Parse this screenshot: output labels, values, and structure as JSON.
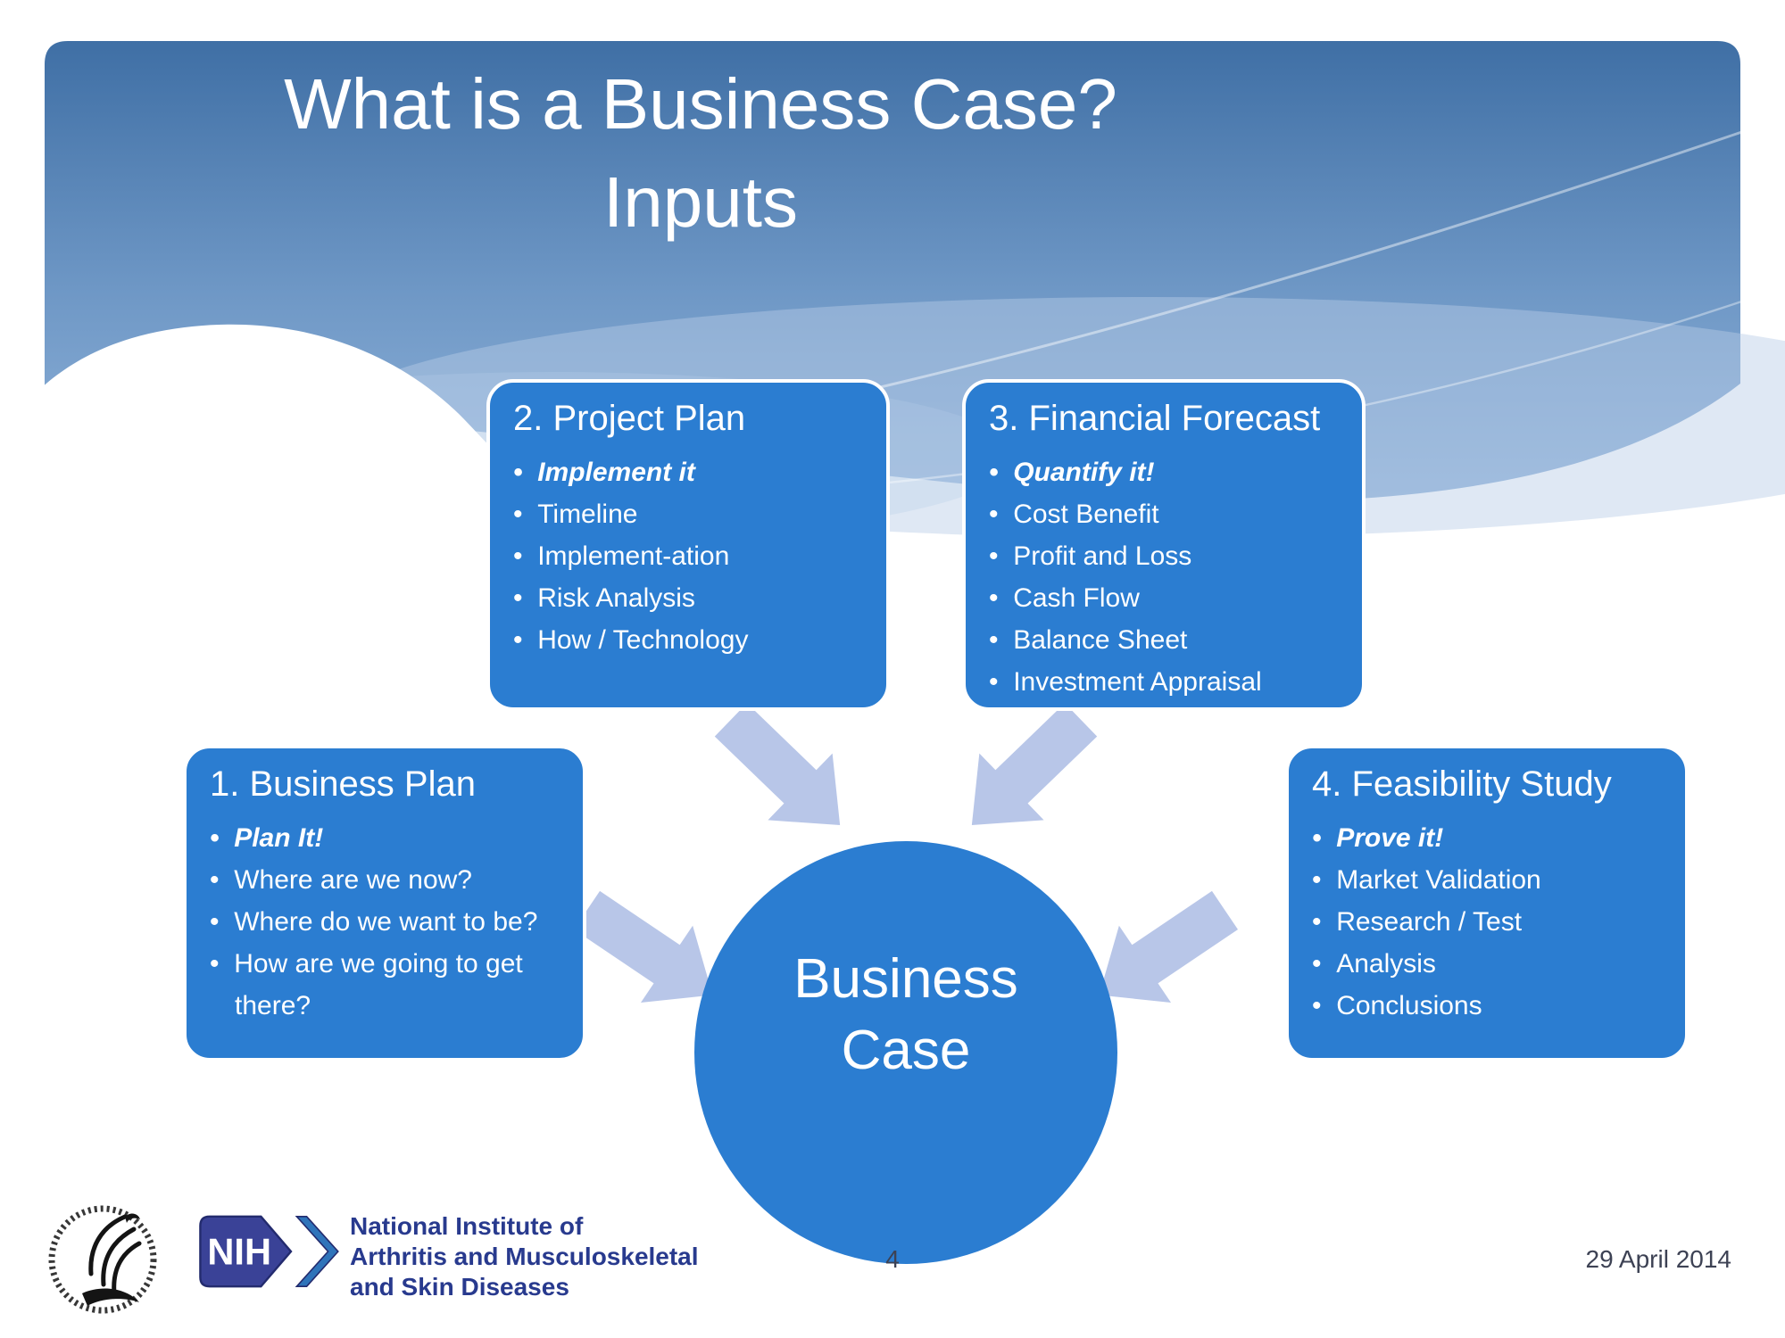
{
  "slide": {
    "title_line1": "What is a Business Case?",
    "title_line2": "Inputs"
  },
  "diagram": {
    "center": {
      "line1": "Business",
      "line2": "Case"
    },
    "boxes": [
      {
        "title": "1. Business Plan",
        "emphasis": "Plan It!",
        "bullets": [
          "Where are we now?",
          "Where do we want to be?",
          "How are we going to get there?"
        ]
      },
      {
        "title": "2. Project Plan",
        "emphasis": "Implement it",
        "bullets": [
          "Timeline",
          "Implement-ation",
          "Risk Analysis",
          "How / Technology"
        ]
      },
      {
        "title": "3. Financial Forecast",
        "emphasis": "Quantify it!",
        "bullets": [
          "Cost Benefit",
          "Profit and Loss",
          "Cash Flow",
          "Balance Sheet",
          "Investment Appraisal"
        ]
      },
      {
        "title": "4. Feasibility Study",
        "emphasis": "Prove it!",
        "bullets": [
          "Market Validation",
          "Research / Test",
          "Analysis",
          "Conclusions"
        ]
      }
    ]
  },
  "footer": {
    "page_number": "4",
    "date": "29 April 2014",
    "nih_acronym": "NIH",
    "institute_line1": "National Institute of",
    "institute_line2": "Arthritis and Musculoskeletal",
    "institute_line3": "and Skin Diseases"
  },
  "colors": {
    "box-blue": "#2b7dd1",
    "arrow-blue": "#b8c6e8",
    "header-top": "#3f6fa5",
    "header-mid": "#6f98c6",
    "header-bottom": "#8fb2d9",
    "footer-text": "#3d4254",
    "nih-navy": "#283a8e"
  }
}
